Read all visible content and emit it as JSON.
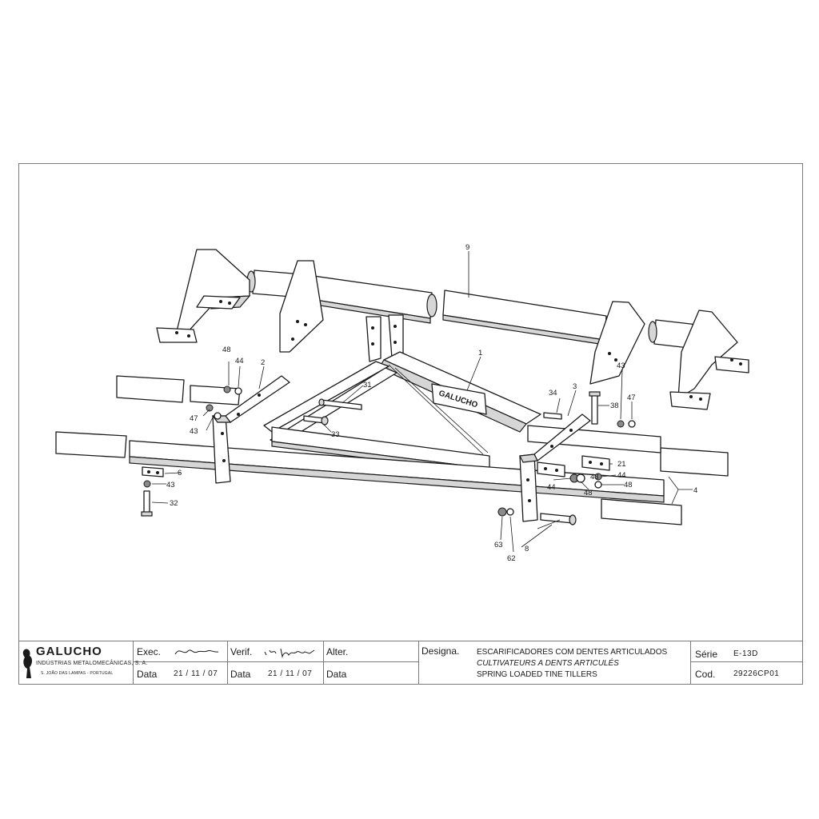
{
  "drawing": {
    "callouts": [
      "9",
      "1",
      "2",
      "3",
      "4",
      "6",
      "8",
      "21",
      "31",
      "32",
      "33",
      "34",
      "38",
      "43",
      "43",
      "43",
      "43",
      "44",
      "44",
      "44",
      "47",
      "47",
      "48",
      "48",
      "48",
      "62",
      "63"
    ],
    "logo_text": "GALUCHO"
  },
  "titleblock": {
    "company": "GALUCHO",
    "company_sub": "INDÚSTRIAS METALOMECÂNICAS, S. A.",
    "company_addr": "S. JOÃO DAS LAMPAS  -  PORTUGAL",
    "exec_label": "Exec.",
    "verif_label": "Verif.",
    "alter_label": "Alter.",
    "data_label": "Data",
    "exec_date": "21 / 11 / 07",
    "verif_date": "21 / 11 / 07",
    "designa_label": "Designa.",
    "designa_pt": "ESCARIFICADORES COM DENTES ARTICULADOS",
    "designa_fr": "CULTIVATEURS A DENTS ARTICULÉS",
    "designa_en": "SPRING LOADED TINE TILLERS",
    "serie_label": "Série",
    "serie_value": "E-13D",
    "cod_label": "Cod.",
    "cod_value": "29226CP01"
  }
}
